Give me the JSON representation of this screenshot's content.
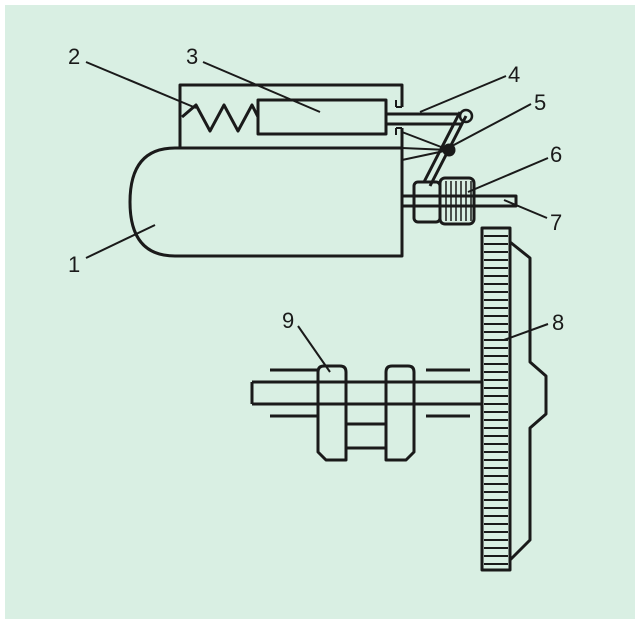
{
  "colors": {
    "background": "#d9efe3",
    "line": "#1a1a1a",
    "frame": "#ffffff"
  },
  "labels": {
    "l1": "1",
    "l2": "2",
    "l3": "3",
    "l4": "4",
    "l5": "5",
    "l6": "6",
    "l7": "7",
    "l8": "8",
    "l9": "9"
  }
}
